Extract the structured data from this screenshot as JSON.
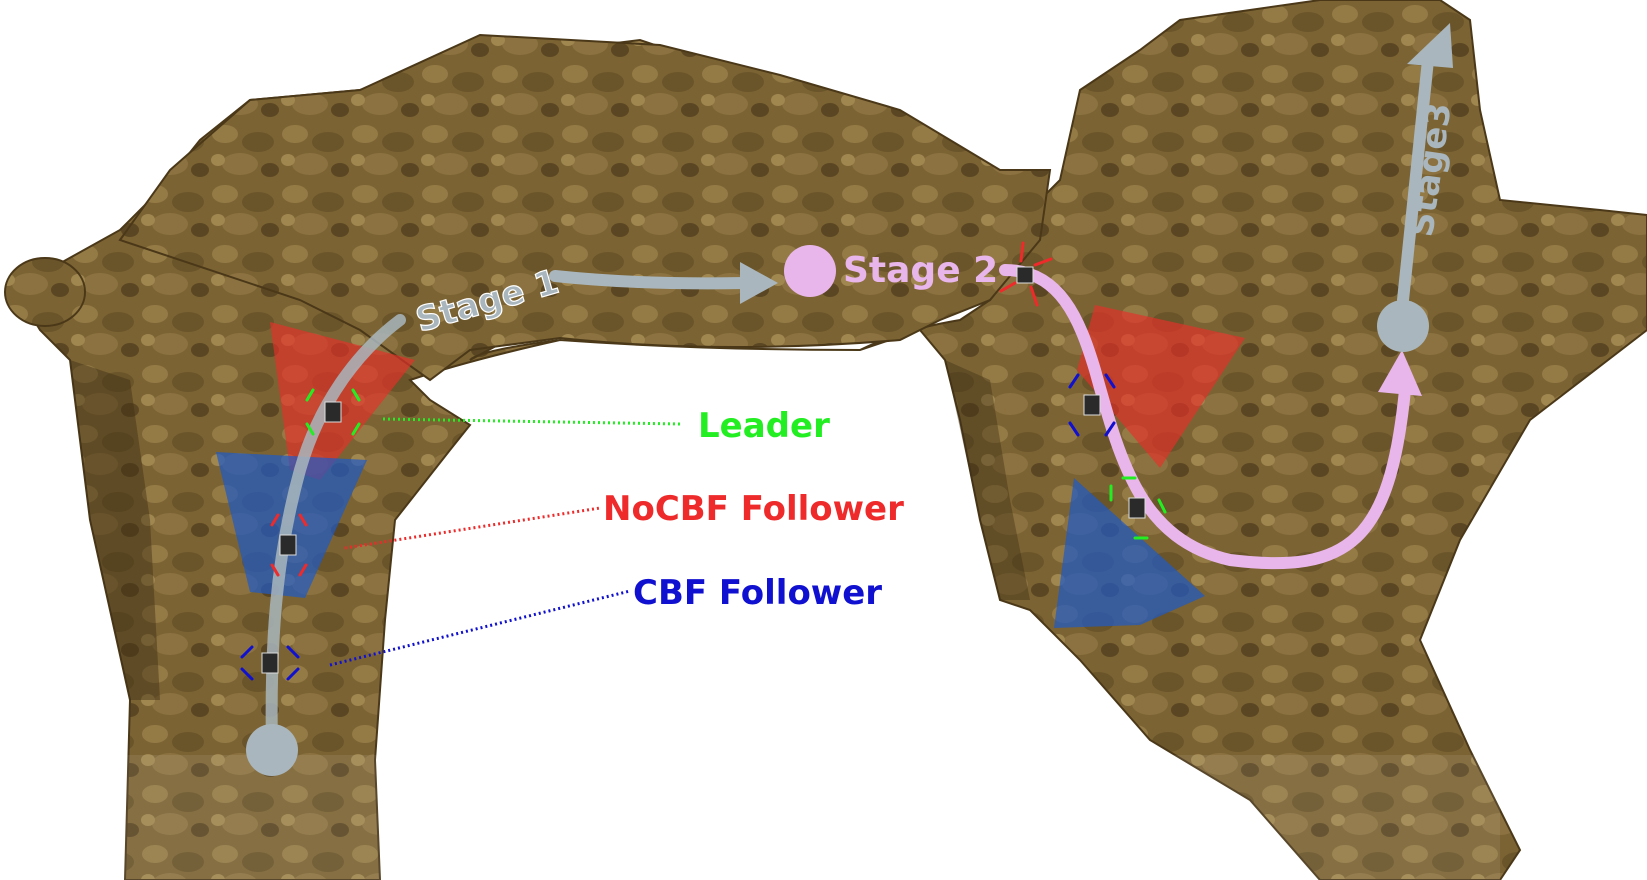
{
  "stages": {
    "stage1": "Stage 1",
    "stage2": "Stage 2",
    "stage3": "Stage3"
  },
  "legend": {
    "leader": "Leader",
    "nocbf": "NoCBF Follower",
    "cbf": "CBF Follower"
  },
  "colors": {
    "leader": "#22ee22",
    "nocbf": "#ee2a2a",
    "cbf": "#1010d0",
    "stage1_path": "#a9b6bd",
    "stage2_path": "#e8b6ea",
    "stage3_path": "#a9b6bd",
    "cave_floor": "#7a6232",
    "cave_dark": "#4e3c1b"
  }
}
